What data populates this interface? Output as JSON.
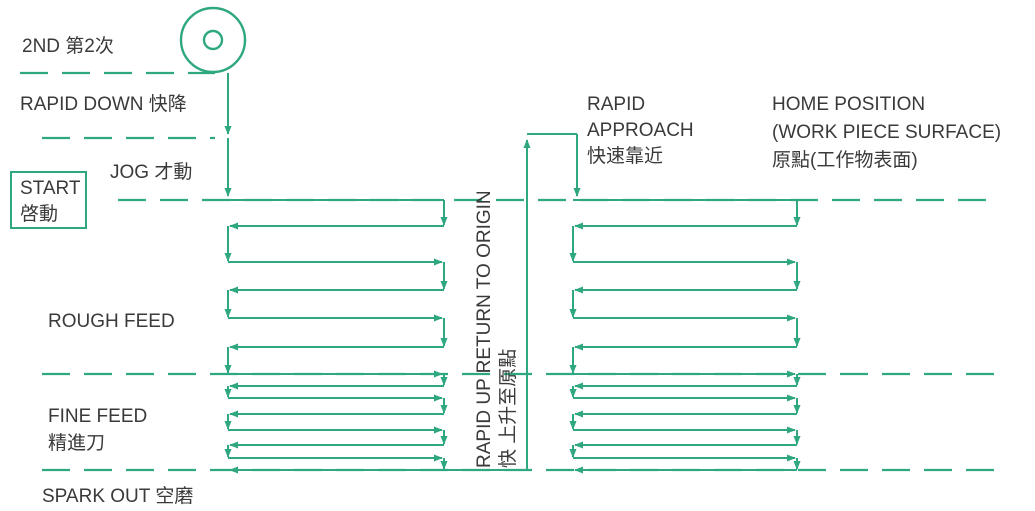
{
  "labels": {
    "second_pass": "2ND  第2次",
    "rapid_down": "RAPID DOWN 快降",
    "jog": "JOG  才動",
    "start_en": "START",
    "start_zh": "啓動",
    "rough_feed": "ROUGH FEED",
    "fine_feed_en": "FINE FEED",
    "fine_feed_zh": "精進刀",
    "spark_out": "SPARK OUT  空磨",
    "rapid_up_en": "RAPID UP RETURN TO ORIGIN",
    "rapid_up_zh": "快 上升至原點",
    "rapid_approach_1": "RAPID",
    "rapid_approach_2": "APPROACH",
    "rapid_approach_zh": "快速靠近",
    "home_1": "HOME POSITION",
    "home_2": "(WORK PIECE SURFACE)",
    "home_zh": "原點(工作物表面)"
  },
  "colors": {
    "accent": "#2fa882",
    "text": "#3a3a3a"
  },
  "icons": {
    "grinding_wheel": "grinding-wheel-icon"
  }
}
